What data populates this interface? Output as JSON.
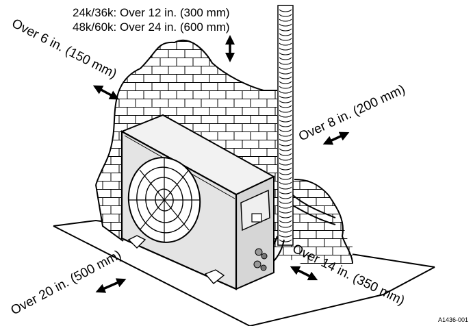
{
  "figure_id": "A1436-001",
  "labels": {
    "top_line_1": "24k/36k: Over 12 in. (300 mm)",
    "top_line_2": "48k/60k: Over 24 in. (600 mm)",
    "left_side": "Over 6 in. (150 mm)",
    "right_side": "Over 8 in. (200 mm)",
    "front": "Over 20 in. (500 mm)",
    "right_front": "Over 14 in. (350 mm)"
  },
  "colors": {
    "line": "#000000",
    "unit_body": "#e4e4e4",
    "background": "#ffffff"
  }
}
